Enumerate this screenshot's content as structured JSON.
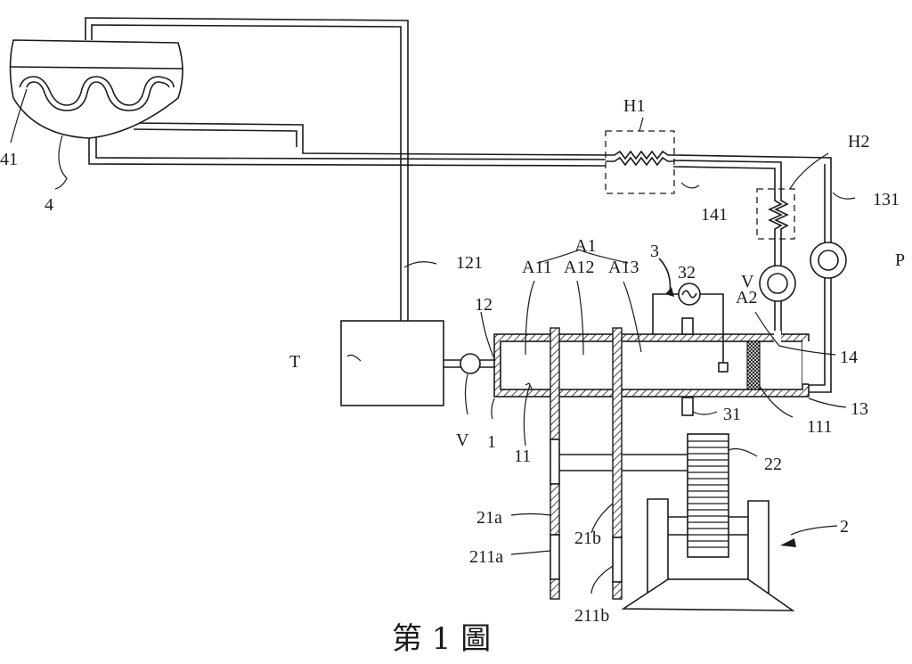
{
  "figure": {
    "caption": "第 1 圖"
  },
  "labels": {
    "l41": "41",
    "l4": "4",
    "lH1": "H1",
    "lH2": "H2",
    "l141": "141",
    "l131": "131",
    "l121": "121",
    "lA1": "A1",
    "lA11": "A11",
    "lA12": "A12",
    "lA13": "A13",
    "l3": "3",
    "l32": "32",
    "lV_top": "V",
    "lP": "P",
    "lA2": "A2",
    "l12": "12",
    "lT": "T",
    "l14": "14",
    "l13": "13",
    "l111": "111",
    "l31": "31",
    "lV_left": "V",
    "l1": "1",
    "l11": "11",
    "l22": "22",
    "l21a": "21a",
    "l21b": "21b",
    "l2": "2",
    "l211a": "211a",
    "l211b": "211b"
  }
}
